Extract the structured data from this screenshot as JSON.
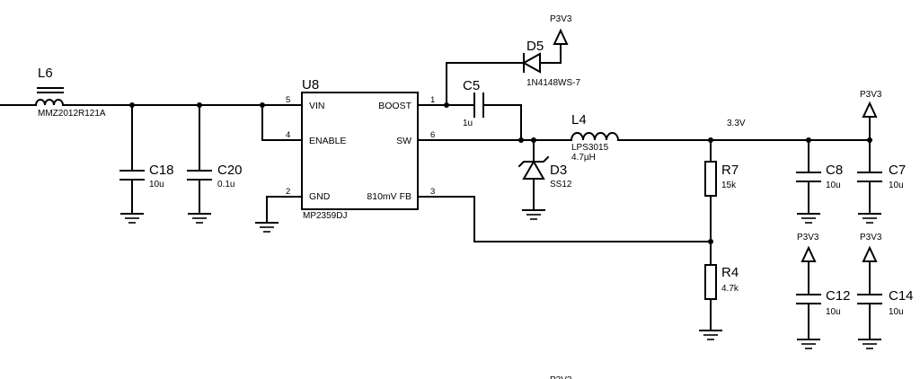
{
  "components": {
    "l6": {
      "ref": "L6",
      "value": "MMZ2012R121A"
    },
    "u8": {
      "ref": "U8",
      "part": "MP2359DJ",
      "pins": {
        "vin": {
          "num": "5",
          "name": "VIN"
        },
        "enable": {
          "num": "4",
          "name": "ENABLE"
        },
        "gnd": {
          "num": "2",
          "name": "GND"
        },
        "boost": {
          "num": "1",
          "name": "BOOST"
        },
        "sw": {
          "num": "6",
          "name": "SW"
        },
        "fb": {
          "num": "3",
          "name": "810mV FB"
        }
      }
    },
    "c18": {
      "ref": "C18",
      "value": "10u"
    },
    "c20": {
      "ref": "C20",
      "value": "0.1u"
    },
    "c5": {
      "ref": "C5",
      "value": "1u"
    },
    "d5": {
      "ref": "D5",
      "value": "1N4148WS-7"
    },
    "l4": {
      "ref": "L4",
      "part": "LPS3015",
      "value": "4.7µH"
    },
    "d3": {
      "ref": "D3",
      "value": "SS12"
    },
    "r7": {
      "ref": "R7",
      "value": "15k"
    },
    "r4": {
      "ref": "R4",
      "value": "4.7k"
    },
    "c8": {
      "ref": "C8",
      "value": "10u"
    },
    "c7": {
      "ref": "C7",
      "value": "10u"
    },
    "c12": {
      "ref": "C12",
      "value": "10u"
    },
    "c14": {
      "ref": "C14",
      "value": "10u"
    }
  },
  "nets": {
    "output_voltage": "3.3V",
    "power_port": "P3V3"
  }
}
